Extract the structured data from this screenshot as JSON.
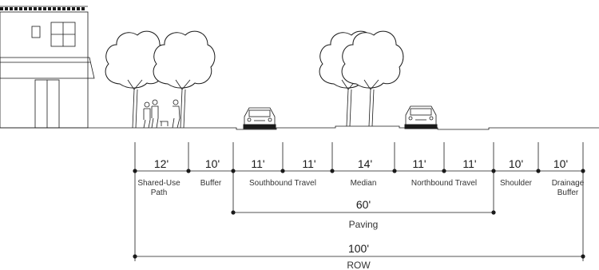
{
  "segments": [
    {
      "width": "12'",
      "label": [
        "Shared-Use",
        "Path"
      ]
    },
    {
      "width": "10'",
      "label": [
        "Buffer"
      ]
    },
    {
      "width": "11'",
      "label": [
        "Southbound Travel"
      ]
    },
    {
      "width": "11'",
      "label": [
        ""
      ]
    },
    {
      "width": "14'",
      "label": [
        "Median"
      ]
    },
    {
      "width": "11'",
      "label": [
        "Northbound Travel"
      ]
    },
    {
      "width": "11'",
      "label": [
        ""
      ]
    },
    {
      "width": "10'",
      "label": [
        "Shoulder"
      ]
    },
    {
      "width": "10'",
      "label": [
        "Drainage",
        "Buffer"
      ]
    }
  ],
  "paving": {
    "width": "60'",
    "label": "Paving"
  },
  "row": {
    "width": "100'",
    "label": "ROW"
  },
  "icons": [
    "building",
    "tree",
    "pedestrian",
    "car"
  ],
  "colors": {
    "ink": "#1a1a1a"
  }
}
